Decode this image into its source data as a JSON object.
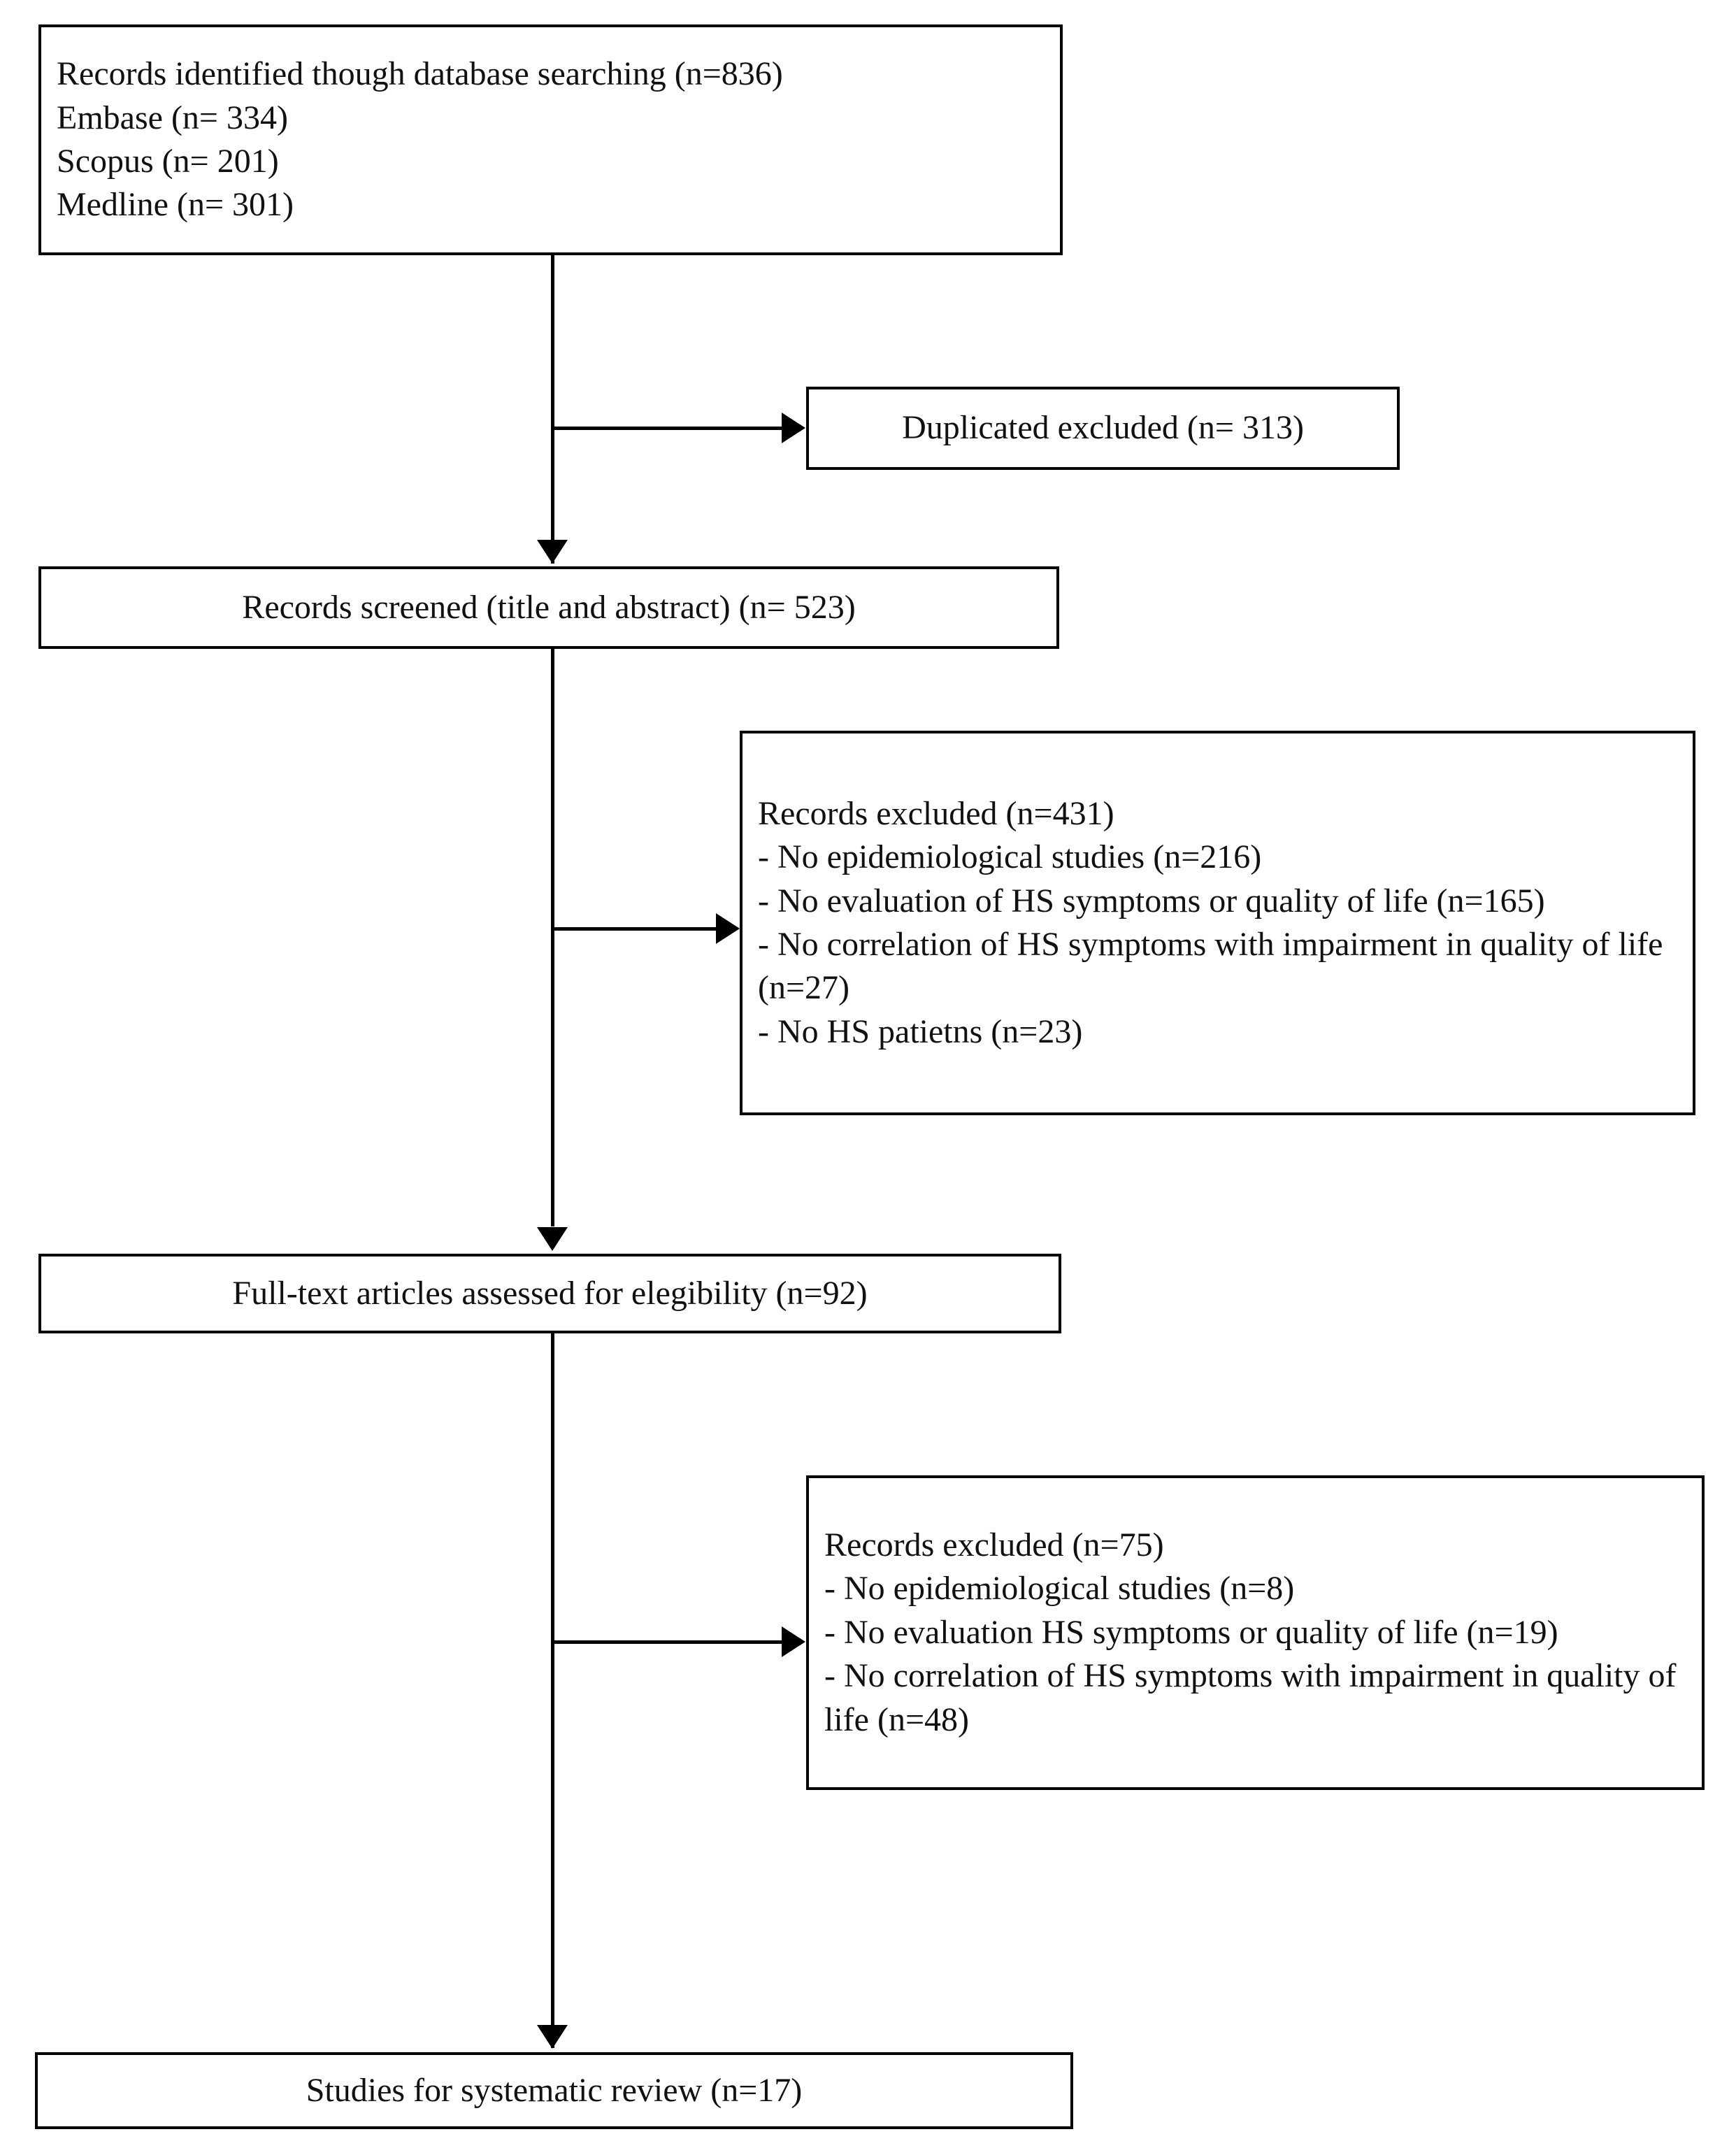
{
  "diagram": {
    "title": "PRISMA study selection flow diagram",
    "colors": {
      "stroke": "#000000",
      "background": "#ffffff",
      "text": "#111111"
    },
    "nodes": {
      "identified": {
        "name": "records-identified",
        "lines": [
          "Records identified though database searching (n=836)",
          "Embase (n= 334)",
          "Scopus (n= 201)",
          "Medline (n= 301)"
        ]
      },
      "duplicates": {
        "name": "duplicated-excluded",
        "lines": [
          "Duplicated excluded  (n= 313)"
        ]
      },
      "screened": {
        "name": "records-screened",
        "lines": [
          "Records screened (title and abstract) (n= 523)"
        ]
      },
      "excluded_screening": {
        "name": "records-excluded-screening",
        "lines": [
          "Records excluded  (n=431)",
          "- No epidemiological  studies (n=216)",
          "- No evaluation of HS symptoms or quality of life (n=165)",
          "- No correlation of HS symptoms with impairment in quality of life (n=27)",
          "- No HS patietns (n=23)"
        ]
      },
      "fulltext": {
        "name": "fulltext-assessed",
        "lines": [
          "Full-text articles assessed for elegibility (n=92)"
        ]
      },
      "excluded_fulltext": {
        "name": "records-excluded-fulltext",
        "lines": [
          "Records excluded  (n=75)",
          "- No epidemiological  studies (n=8)",
          "- No evaluation HS symptoms or quality of life (n=19)",
          "- No correlation of HS symptoms with impairment in quality of life (n=48)"
        ]
      },
      "included": {
        "name": "studies-included",
        "lines": [
          "Studies for systematic review (n=17)"
        ]
      }
    },
    "counts": {
      "identified_total": 836,
      "embase": 334,
      "scopus": 201,
      "medline": 301,
      "duplicates_excluded": 313,
      "screened": 523,
      "excluded_at_screening": 431,
      "excluded_no_epidemiological_screening": 216,
      "excluded_no_evaluation_screening": 165,
      "excluded_no_correlation_screening": 27,
      "excluded_no_hs_patients_screening": 23,
      "fulltext_assessed": 92,
      "excluded_at_fulltext": 75,
      "excluded_no_epidemiological_fulltext": 8,
      "excluded_no_evaluation_fulltext": 19,
      "excluded_no_correlation_fulltext": 48,
      "included_studies": 17
    }
  }
}
